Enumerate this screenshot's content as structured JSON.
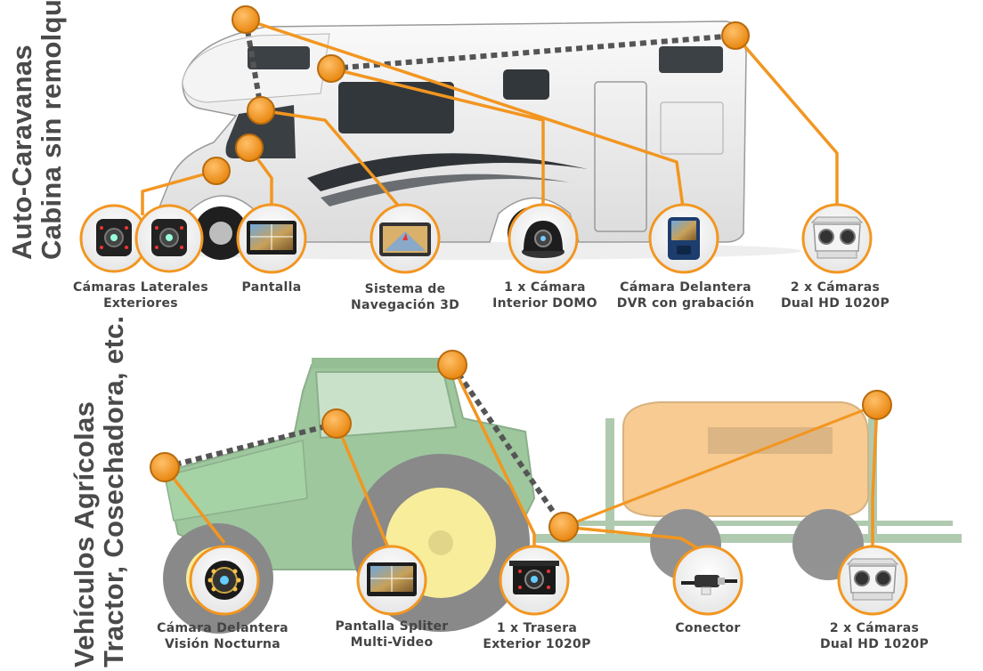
{
  "colors": {
    "orange": "#f29620",
    "orange_dark": "#c06a10",
    "title_gray": "#4a4a4a",
    "label_gray": "#444444",
    "dotted_line": "#555555"
  },
  "sections": [
    {
      "title_lines": [
        "Auto-Caravanas",
        "Cabina sin remolque"
      ],
      "vehicle": "motorhome",
      "products": [
        {
          "label_lines": [
            "Cámaras Laterales",
            "Exteriores"
          ],
          "icon": "side-cameras-icon"
        },
        {
          "label_lines": [
            "Pantalla"
          ],
          "icon": "monitor-icon"
        },
        {
          "label_lines": [
            "Sistema de",
            "Navegación 3D"
          ],
          "icon": "gps-navigator-icon"
        },
        {
          "label_lines": [
            "1 x Cámara",
            "Interior DOMO"
          ],
          "icon": "dome-camera-icon"
        },
        {
          "label_lines": [
            "Cámara Delantera",
            "DVR con grabación"
          ],
          "icon": "dvr-camera-icon"
        },
        {
          "label_lines": [
            "2 x Cámaras",
            "Dual HD 1020P"
          ],
          "icon": "dual-camera-icon"
        }
      ]
    },
    {
      "title_lines": [
        "Vehículos Agrícolas",
        "Tractor, Cosechadora, etc."
      ],
      "vehicle": "tractor-with-sprayer",
      "products": [
        {
          "label_lines": [
            "Cámara Delantera",
            "Visión Nocturna"
          ],
          "icon": "night-vision-camera-icon"
        },
        {
          "label_lines": [
            "Pantalla Spliter",
            "Multi-Video"
          ],
          "icon": "split-screen-monitor-icon"
        },
        {
          "label_lines": [
            "1 x Trasera",
            "Exterior 1020P"
          ],
          "icon": "rear-camera-icon"
        },
        {
          "label_lines": [
            "Conector"
          ],
          "icon": "connector-cable-icon"
        },
        {
          "label_lines": [
            "2 x Cámaras",
            "Dual HD 1020P"
          ],
          "icon": "dual-camera-icon"
        }
      ]
    }
  ]
}
